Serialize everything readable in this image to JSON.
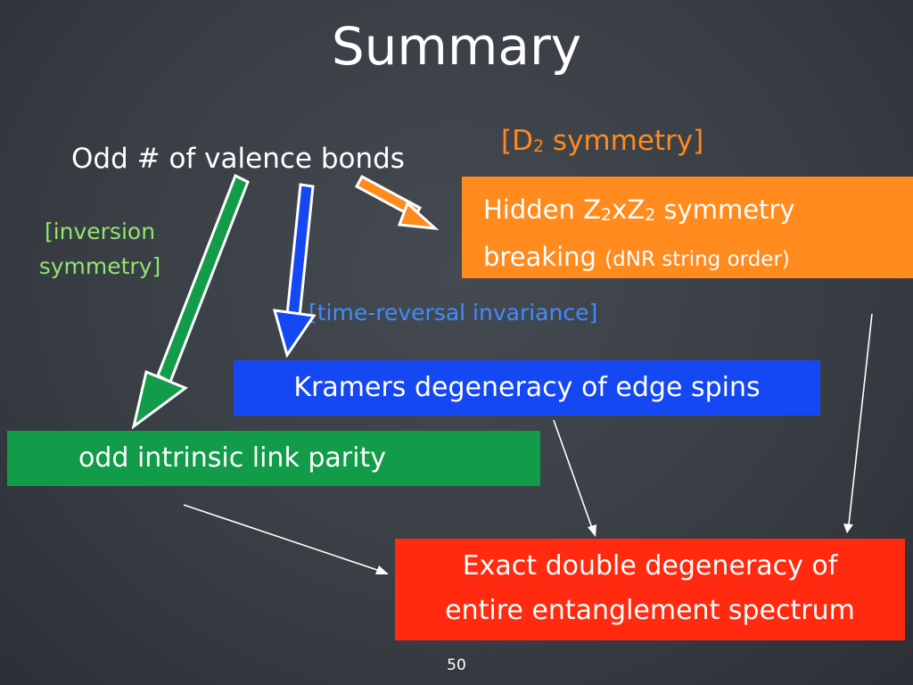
{
  "slide": {
    "title": "Summary",
    "page_number": "50"
  },
  "nodes": {
    "odd_bonds": "Odd # of valence bonds",
    "hidden_symmetry": {
      "line1_prefix": "Hidden Z",
      "sub1": "2",
      "line1_mid": "xZ",
      "sub2": "2",
      "line1_suffix": " symmetry",
      "line2_main": "breaking ",
      "line2_small": "(dNR string order)"
    },
    "kramers": "Kramers degeneracy of edge spins",
    "link_parity": "odd intrinsic link parity",
    "exact_degeneracy": {
      "line1": "Exact double degeneracy of",
      "line2": "entire entanglement spectrum"
    }
  },
  "labels": {
    "d2": {
      "prefix": "[D",
      "sub": "2",
      "suffix": " symmetry]"
    },
    "inversion": {
      "line1": "[inversion",
      "line2": "symmetry]"
    },
    "time_reversal": "[time-reversal invariance]"
  },
  "colors": {
    "orange": "#ff8a1d",
    "green": "#129b48",
    "blue": "#1548f2",
    "red": "#ff2a0f",
    "label_green": "#8fe66d",
    "label_blue": "#3f8cff"
  }
}
